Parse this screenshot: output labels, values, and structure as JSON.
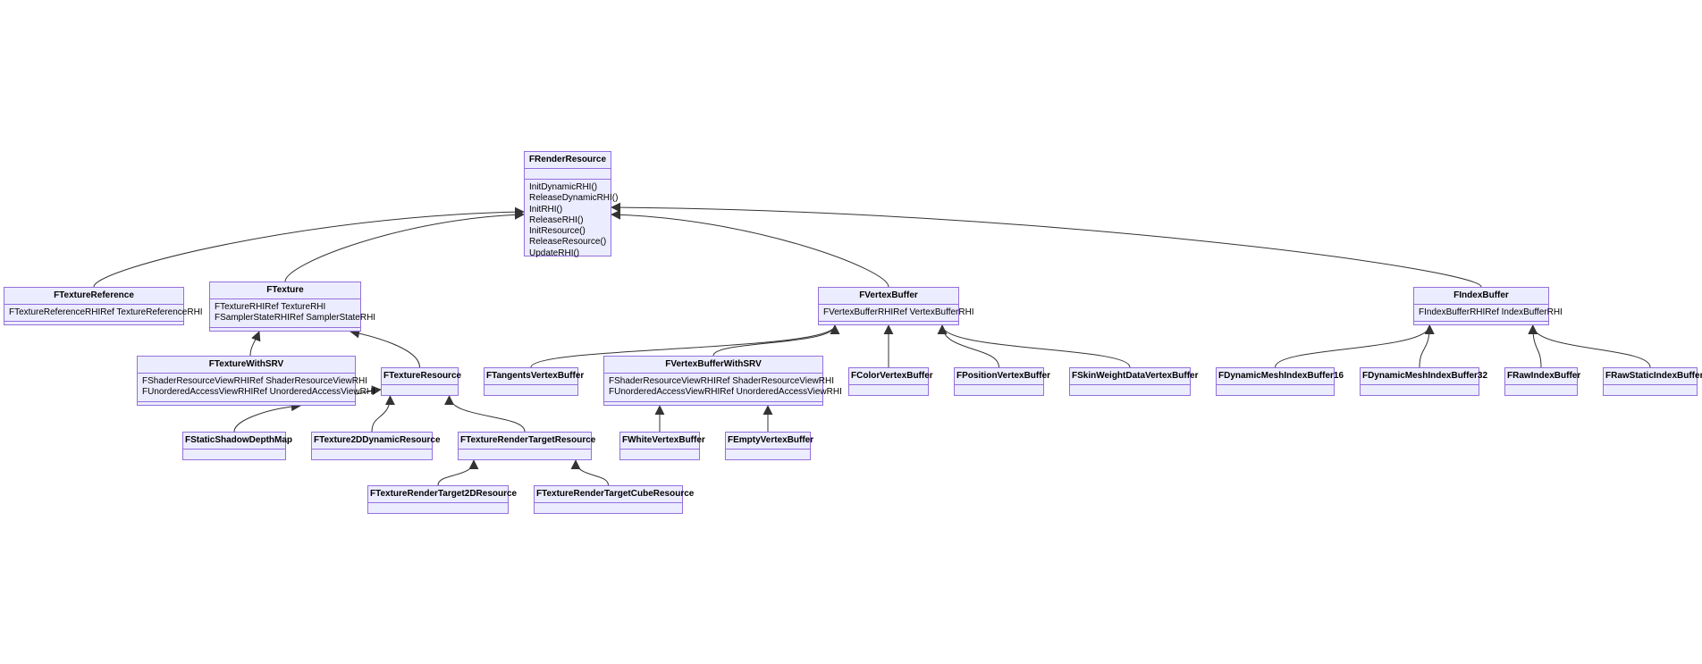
{
  "classes": [
    {
      "id": "FRenderResource",
      "name": "FRenderResource",
      "attributes": [],
      "methods": [
        "InitDynamicRHI()",
        "ReleaseDynamicRHI()",
        "InitRHI()",
        "ReleaseRHI()",
        "InitResource()",
        "ReleaseResource()",
        "UpdateRHI()"
      ]
    },
    {
      "id": "FTextureReference",
      "name": "FTextureReference",
      "attributes": [
        "FTextureReferenceRHIRef TextureReferenceRHI"
      ],
      "methods": []
    },
    {
      "id": "FTexture",
      "name": "FTexture",
      "attributes": [
        "FTextureRHIRef TextureRHI",
        "FSamplerStateRHIRef SamplerStateRHI"
      ],
      "methods": []
    },
    {
      "id": "FVertexBuffer",
      "name": "FVertexBuffer",
      "attributes": [
        "FVertexBufferRHIRef VertexBufferRHI"
      ],
      "methods": []
    },
    {
      "id": "FIndexBuffer",
      "name": "FIndexBuffer",
      "attributes": [
        "FIndexBufferRHIRef IndexBufferRHI"
      ],
      "methods": []
    },
    {
      "id": "FTextureWithSRV",
      "name": "FTextureWithSRV",
      "attributes": [
        "FShaderResourceViewRHIRef ShaderResourceViewRHI",
        "FUnorderedAccessViewRHIRef UnorderedAccessViewRHI"
      ],
      "methods": []
    },
    {
      "id": "FTextureResource",
      "name": "FTextureResource",
      "attributes": [],
      "methods": []
    },
    {
      "id": "FTangentsVertexBuffer",
      "name": "FTangentsVertexBuffer",
      "attributes": [],
      "methods": []
    },
    {
      "id": "FVertexBufferWithSRV",
      "name": "FVertexBufferWithSRV",
      "attributes": [
        "FShaderResourceViewRHIRef ShaderResourceViewRHI",
        "FUnorderedAccessViewRHIRef UnorderedAccessViewRHI"
      ],
      "methods": []
    },
    {
      "id": "FColorVertexBuffer",
      "name": "FColorVertexBuffer",
      "attributes": [],
      "methods": []
    },
    {
      "id": "FPositionVertexBuffer",
      "name": "FPositionVertexBuffer",
      "attributes": [],
      "methods": []
    },
    {
      "id": "FSkinWeightDataVertexBuffer",
      "name": "FSkinWeightDataVertexBuffer",
      "attributes": [],
      "methods": []
    },
    {
      "id": "FDynamicMeshIndexBuffer16",
      "name": "FDynamicMeshIndexBuffer16",
      "attributes": [],
      "methods": []
    },
    {
      "id": "FDynamicMeshIndexBuffer32",
      "name": "FDynamicMeshIndexBuffer32",
      "attributes": [],
      "methods": []
    },
    {
      "id": "FRawIndexBuffer",
      "name": "FRawIndexBuffer",
      "attributes": [],
      "methods": []
    },
    {
      "id": "FRawStaticIndexBuffer",
      "name": "FRawStaticIndexBuffer",
      "attributes": [],
      "methods": []
    },
    {
      "id": "FStaticShadowDepthMap",
      "name": "FStaticShadowDepthMap",
      "attributes": [],
      "methods": []
    },
    {
      "id": "FTexture2DDynamicResource",
      "name": "FTexture2DDynamicResource",
      "attributes": [],
      "methods": []
    },
    {
      "id": "FTextureRenderTargetResource",
      "name": "FTextureRenderTargetResource",
      "attributes": [],
      "methods": []
    },
    {
      "id": "FWhiteVertexBuffer",
      "name": "FWhiteVertexBuffer",
      "attributes": [],
      "methods": []
    },
    {
      "id": "FEmptyVertexBuffer",
      "name": "FEmptyVertexBuffer",
      "attributes": [],
      "methods": []
    },
    {
      "id": "FTextureRenderTarget2DResource",
      "name": "FTextureRenderTarget2DResource",
      "attributes": [],
      "methods": []
    },
    {
      "id": "FTextureRenderTargetCubeResource",
      "name": "FTextureRenderTargetCubeResource",
      "attributes": [],
      "methods": []
    }
  ],
  "inheritance": [
    {
      "child": "FTextureReference",
      "parent": "FRenderResource"
    },
    {
      "child": "FTexture",
      "parent": "FRenderResource"
    },
    {
      "child": "FVertexBuffer",
      "parent": "FRenderResource"
    },
    {
      "child": "FIndexBuffer",
      "parent": "FRenderResource"
    },
    {
      "child": "FTextureWithSRV",
      "parent": "FTexture"
    },
    {
      "child": "FTextureResource",
      "parent": "FTexture"
    },
    {
      "child": "FStaticShadowDepthMap",
      "parent": "FTextureResource"
    },
    {
      "child": "FTexture2DDynamicResource",
      "parent": "FTextureResource"
    },
    {
      "child": "FTextureRenderTargetResource",
      "parent": "FTextureResource"
    },
    {
      "child": "FTextureRenderTarget2DResource",
      "parent": "FTextureRenderTargetResource"
    },
    {
      "child": "FTextureRenderTargetCubeResource",
      "parent": "FTextureRenderTargetResource"
    },
    {
      "child": "FTangentsVertexBuffer",
      "parent": "FVertexBuffer"
    },
    {
      "child": "FVertexBufferWithSRV",
      "parent": "FVertexBuffer"
    },
    {
      "child": "FColorVertexBuffer",
      "parent": "FVertexBuffer"
    },
    {
      "child": "FPositionVertexBuffer",
      "parent": "FVertexBuffer"
    },
    {
      "child": "FSkinWeightDataVertexBuffer",
      "parent": "FVertexBuffer"
    },
    {
      "child": "FWhiteVertexBuffer",
      "parent": "FVertexBufferWithSRV"
    },
    {
      "child": "FEmptyVertexBuffer",
      "parent": "FVertexBufferWithSRV"
    },
    {
      "child": "FDynamicMeshIndexBuffer16",
      "parent": "FIndexBuffer"
    },
    {
      "child": "FDynamicMeshIndexBuffer32",
      "parent": "FIndexBuffer"
    },
    {
      "child": "FRawIndexBuffer",
      "parent": "FIndexBuffer"
    },
    {
      "child": "FRawStaticIndexBuffer",
      "parent": "FIndexBuffer"
    }
  ],
  "colors": {
    "node_fill": "#ececff",
    "node_border": "#9370db",
    "edge": "#333333"
  }
}
